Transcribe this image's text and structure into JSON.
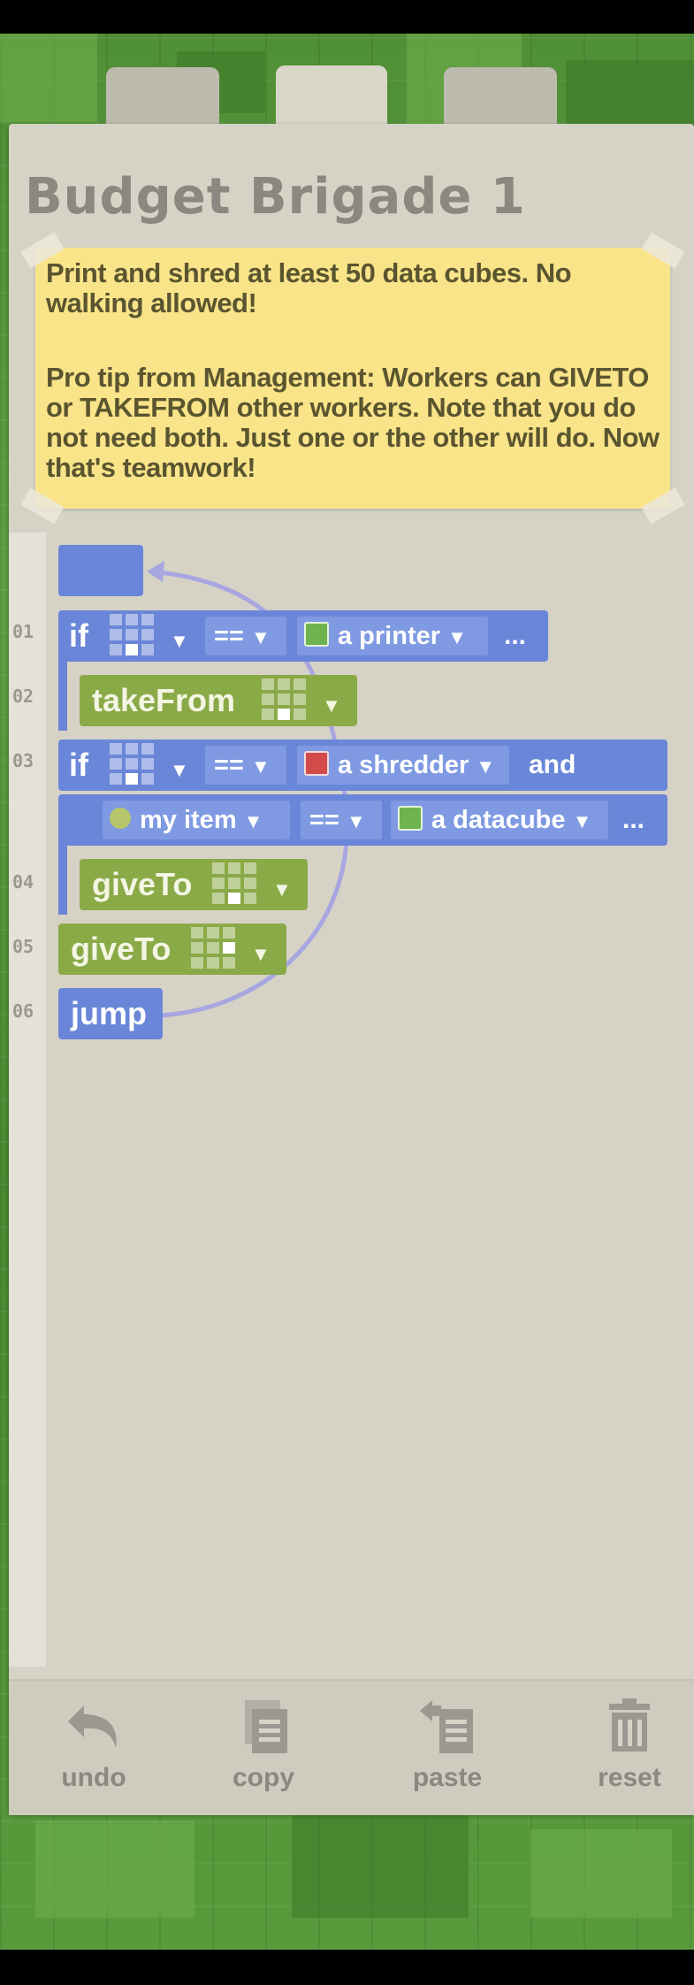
{
  "level": {
    "title": "Budget Brigade 1"
  },
  "note": {
    "paragraph1": "Print and shred at least 50 data cubes. No walking allowed!",
    "paragraph2": "Pro tip from Management: Workers can GIVETO or TAKEFROM other workers. Note that you do not need both. Just one or the other will do. Now that's teamwork!"
  },
  "program": {
    "line_numbers": [
      "01",
      "02",
      "03",
      "04",
      "05",
      "06"
    ],
    "line1": {
      "keyword": "if",
      "op": "==",
      "object": "a printer",
      "more": "..."
    },
    "line2": {
      "keyword": "takeFrom"
    },
    "line3": {
      "keyword": "if",
      "op": "==",
      "object": "a shredder",
      "conj": "and",
      "subject2": "my item",
      "op2": "==",
      "object2": "a datacube",
      "more": "..."
    },
    "line4": {
      "keyword": "giveTo"
    },
    "line5": {
      "keyword": "giveTo"
    },
    "line6": {
      "keyword": "jump"
    }
  },
  "toolbar": {
    "undo": "undo",
    "copy": "copy",
    "paste": "paste",
    "reset": "reset"
  },
  "colors": {
    "block_blue": "#6a86d8",
    "block_green": "#8aaa48",
    "note": "#fae489",
    "panel": "#d6d3c6"
  },
  "icons": [
    "undo-icon",
    "copy-icon",
    "paste-icon",
    "trash-icon",
    "grid-direction-icon",
    "printer-icon",
    "shredder-icon",
    "datacube-icon",
    "worker-icon",
    "dropdown-caret-icon"
  ]
}
